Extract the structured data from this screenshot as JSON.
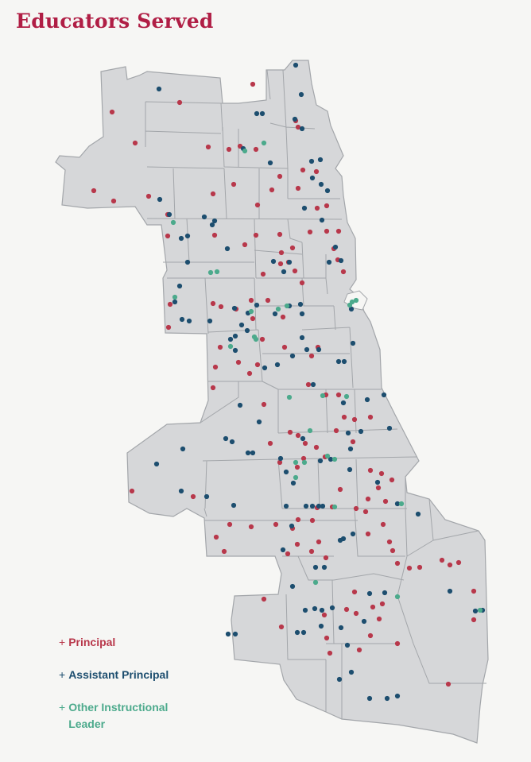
{
  "title": "Educators Served",
  "legend": [
    {
      "symbol": "+",
      "label": "Principal",
      "color": "#b8384b"
    },
    {
      "symbol": "+",
      "label": "Assistant Principal",
      "color": "#1d4e6f"
    },
    {
      "symbol": "+",
      "label": "Other Instructional Leader",
      "color": "#4caa8c"
    }
  ],
  "colors": {
    "title": "#b01e45",
    "land": "#d6d7d9",
    "boundary": "#a3a6aa",
    "background": "#f6f6f4"
  },
  "points": {
    "principal": [
      [
        318,
        106
      ],
      [
        141,
        141
      ],
      [
        226,
        129
      ],
      [
        170,
        180
      ],
      [
        262,
        185
      ],
      [
        288,
        188
      ],
      [
        302,
        184
      ],
      [
        322,
        188
      ],
      [
        372,
        152
      ],
      [
        375,
        160
      ],
      [
        118,
        240
      ],
      [
        143,
        253
      ],
      [
        187,
        247
      ],
      [
        211,
        270
      ],
      [
        268,
        244
      ],
      [
        294,
        232
      ],
      [
        324,
        258
      ],
      [
        342,
        239
      ],
      [
        352,
        222
      ],
      [
        381,
        214
      ],
      [
        398,
        216
      ],
      [
        375,
        237
      ],
      [
        390,
        292
      ],
      [
        399,
        262
      ],
      [
        411,
        259
      ],
      [
        411,
        291
      ],
      [
        426,
        291
      ],
      [
        420,
        313
      ],
      [
        432,
        342
      ],
      [
        425,
        327
      ],
      [
        352,
        295
      ],
      [
        322,
        296
      ],
      [
        308,
        308
      ],
      [
        270,
        296
      ],
      [
        211,
        297
      ],
      [
        354,
        318
      ],
      [
        363,
        330
      ],
      [
        368,
        312
      ],
      [
        371,
        341
      ],
      [
        380,
        356
      ],
      [
        331,
        345
      ],
      [
        353,
        332
      ],
      [
        214,
        383
      ],
      [
        212,
        412
      ],
      [
        268,
        382
      ],
      [
        278,
        386
      ],
      [
        297,
        389
      ],
      [
        316,
        378
      ],
      [
        337,
        378
      ],
      [
        318,
        401
      ],
      [
        330,
        427
      ],
      [
        324,
        459
      ],
      [
        277,
        437
      ],
      [
        300,
        456
      ],
      [
        271,
        462
      ],
      [
        268,
        488
      ],
      [
        314,
        470
      ],
      [
        358,
        437
      ],
      [
        356,
        399
      ],
      [
        400,
        437
      ],
      [
        392,
        448
      ],
      [
        388,
        484
      ],
      [
        410,
        497
      ],
      [
        426,
        497
      ],
      [
        433,
        525
      ],
      [
        446,
        528
      ],
      [
        423,
        542
      ],
      [
        444,
        556
      ],
      [
        466,
        525
      ],
      [
        332,
        509
      ],
      [
        340,
        558
      ],
      [
        365,
        544
      ],
      [
        375,
        548
      ],
      [
        384,
        558
      ],
      [
        398,
        563
      ],
      [
        382,
        577
      ],
      [
        374,
        588
      ],
      [
        352,
        582
      ],
      [
        409,
        575
      ],
      [
        466,
        592
      ],
      [
        476,
        614
      ],
      [
        480,
        596
      ],
      [
        493,
        604
      ],
      [
        463,
        628
      ],
      [
        448,
        640
      ],
      [
        460,
        644
      ],
      [
        485,
        631
      ],
      [
        482,
        660
      ],
      [
        463,
        672
      ],
      [
        490,
        682
      ],
      [
        494,
        693
      ],
      [
        500,
        709
      ],
      [
        428,
        616
      ],
      [
        418,
        638
      ],
      [
        399,
        639
      ],
      [
        393,
        655
      ],
      [
        375,
        654
      ],
      [
        368,
        665
      ],
      [
        374,
        685
      ],
      [
        401,
        682
      ],
      [
        410,
        702
      ],
      [
        362,
        697
      ],
      [
        392,
        694
      ],
      [
        316,
        663
      ],
      [
        289,
        660
      ],
      [
        272,
        676
      ],
      [
        282,
        694
      ],
      [
        243,
        625
      ],
      [
        166,
        618
      ],
      [
        408,
        774
      ],
      [
        411,
        803
      ],
      [
        436,
        767
      ],
      [
        446,
        745
      ],
      [
        448,
        772
      ],
      [
        469,
        764
      ],
      [
        481,
        760
      ],
      [
        477,
        779
      ],
      [
        466,
        800
      ],
      [
        452,
        818
      ],
      [
        500,
        810
      ],
      [
        515,
        715
      ],
      [
        528,
        714
      ],
      [
        556,
        705
      ],
      [
        566,
        711
      ],
      [
        577,
        708
      ],
      [
        596,
        744
      ],
      [
        596,
        780
      ],
      [
        564,
        861
      ],
      [
        354,
        789
      ],
      [
        332,
        754
      ],
      [
        347,
        660
      ],
      [
        415,
        822
      ]
    ],
    "assistant": [
      [
        200,
        112
      ],
      [
        372,
        82
      ],
      [
        379,
        119
      ],
      [
        323,
        143
      ],
      [
        330,
        143
      ],
      [
        371,
        150
      ],
      [
        380,
        162
      ],
      [
        340,
        205
      ],
      [
        306,
        187
      ],
      [
        392,
        203
      ],
      [
        403,
        201
      ],
      [
        393,
        224
      ],
      [
        404,
        232
      ],
      [
        201,
        251
      ],
      [
        213,
        270
      ],
      [
        257,
        273
      ],
      [
        228,
        300
      ],
      [
        236,
        297
      ],
      [
        270,
        278
      ],
      [
        267,
        283
      ],
      [
        286,
        313
      ],
      [
        344,
        329
      ],
      [
        357,
        342
      ],
      [
        364,
        330
      ],
      [
        414,
        330
      ],
      [
        429,
        328
      ],
      [
        236,
        330
      ],
      [
        412,
        240
      ],
      [
        383,
        262
      ],
      [
        405,
        277
      ],
      [
        226,
        360
      ],
      [
        220,
        380
      ],
      [
        229,
        402
      ],
      [
        238,
        404
      ],
      [
        264,
        404
      ],
      [
        295,
        388
      ],
      [
        312,
        394
      ],
      [
        323,
        384
      ],
      [
        346,
        395
      ],
      [
        364,
        385
      ],
      [
        378,
        383
      ],
      [
        380,
        395
      ],
      [
        304,
        409
      ],
      [
        290,
        427
      ],
      [
        296,
        423
      ],
      [
        311,
        416
      ],
      [
        296,
        441
      ],
      [
        333,
        463
      ],
      [
        349,
        459
      ],
      [
        380,
        425
      ],
      [
        386,
        440
      ],
      [
        368,
        448
      ],
      [
        426,
        455
      ],
      [
        433,
        455
      ],
      [
        442,
        389
      ],
      [
        444,
        432
      ],
      [
        401,
        440
      ],
      [
        394,
        484
      ],
      [
        432,
        507
      ],
      [
        462,
        503
      ],
      [
        483,
        497
      ],
      [
        490,
        539
      ],
      [
        454,
        543
      ],
      [
        441,
        565
      ],
      [
        438,
        545
      ],
      [
        381,
        552
      ],
      [
        326,
        531
      ],
      [
        302,
        510
      ],
      [
        284,
        552
      ],
      [
        292,
        556
      ],
      [
        312,
        570
      ],
      [
        318,
        570
      ],
      [
        230,
        565
      ],
      [
        197,
        584
      ],
      [
        228,
        618
      ],
      [
        260,
        625
      ],
      [
        294,
        636
      ],
      [
        353,
        577
      ],
      [
        360,
        594
      ],
      [
        369,
        608
      ],
      [
        403,
        580
      ],
      [
        416,
        578
      ],
      [
        440,
        591
      ],
      [
        475,
        607
      ],
      [
        500,
        634
      ],
      [
        526,
        647
      ],
      [
        360,
        637
      ],
      [
        385,
        637
      ],
      [
        393,
        637
      ],
      [
        401,
        637
      ],
      [
        406,
        637
      ],
      [
        428,
        680
      ],
      [
        432,
        678
      ],
      [
        444,
        672
      ],
      [
        367,
        662
      ],
      [
        356,
        692
      ],
      [
        408,
        714
      ],
      [
        397,
        714
      ],
      [
        368,
        738
      ],
      [
        384,
        768
      ],
      [
        396,
        766
      ],
      [
        405,
        768
      ],
      [
        418,
        765
      ],
      [
        429,
        790
      ],
      [
        437,
        812
      ],
      [
        458,
        782
      ],
      [
        465,
        747
      ],
      [
        484,
        746
      ],
      [
        374,
        796
      ],
      [
        382,
        796
      ],
      [
        404,
        788
      ],
      [
        427,
        855
      ],
      [
        442,
        846
      ],
      [
        465,
        879
      ],
      [
        487,
        879
      ],
      [
        500,
        876
      ],
      [
        287,
        798
      ],
      [
        296,
        798
      ],
      [
        566,
        744
      ],
      [
        607,
        768
      ],
      [
        598,
        769
      ],
      [
        422,
        311
      ]
    ],
    "other": [
      [
        332,
        180
      ],
      [
        308,
        190
      ],
      [
        218,
        280
      ],
      [
        265,
        343
      ],
      [
        273,
        342
      ],
      [
        220,
        374
      ],
      [
        316,
        392
      ],
      [
        320,
        424
      ],
      [
        322,
        427
      ],
      [
        350,
        389
      ],
      [
        361,
        385
      ],
      [
        390,
        542
      ],
      [
        364,
        500
      ],
      [
        406,
        498
      ],
      [
        436,
        499
      ],
      [
        412,
        574
      ],
      [
        421,
        578
      ],
      [
        372,
        582
      ],
      [
        383,
        582
      ],
      [
        372,
        601
      ],
      [
        421,
        638
      ],
      [
        500,
        751
      ],
      [
        505,
        634
      ],
      [
        440,
        384
      ],
      [
        443,
        380
      ],
      [
        448,
        378
      ],
      [
        397,
        733
      ],
      [
        604,
        768
      ],
      [
        290,
        436
      ]
    ]
  }
}
